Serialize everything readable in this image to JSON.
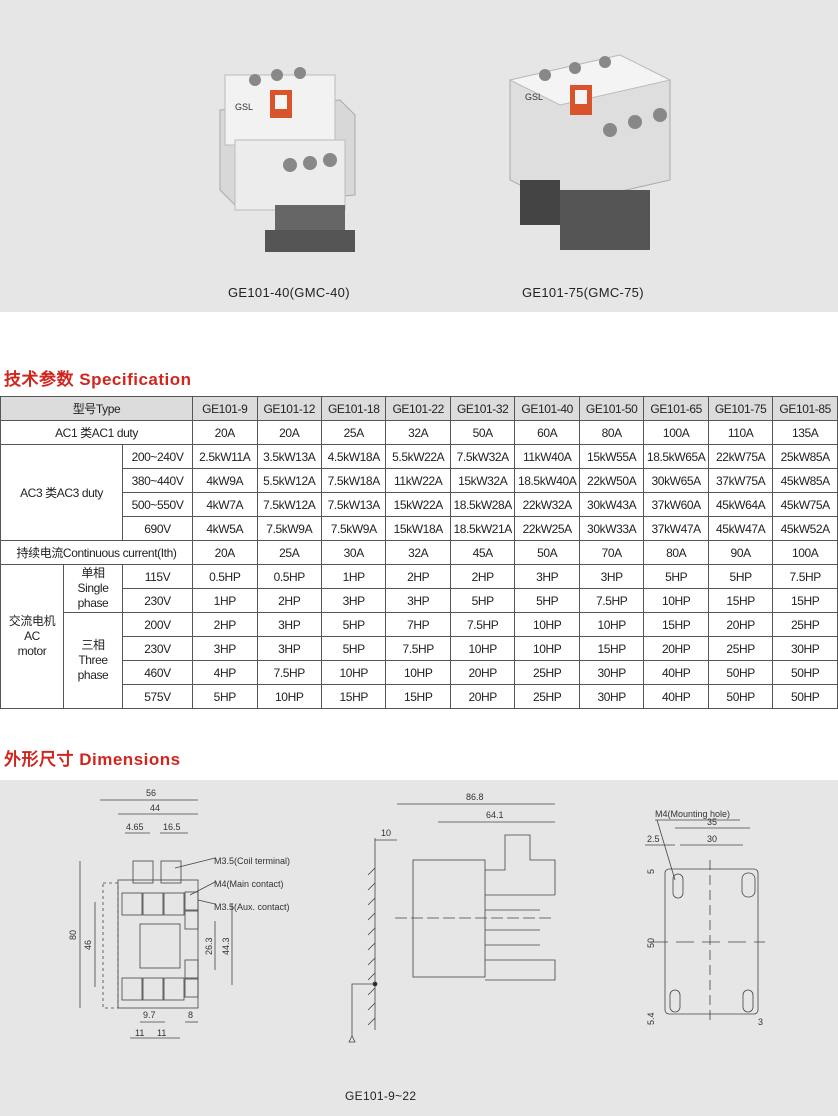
{
  "products": [
    {
      "caption": "GE101-40(GMC-40)",
      "brand": "GSL"
    },
    {
      "caption": "GE101-75(GMC-75)",
      "brand": "GSL"
    }
  ],
  "spec_heading": {
    "cn": "技术参数",
    "en": "Specification"
  },
  "spec_table": {
    "type_label": "型号Type",
    "models": [
      "GE101-9",
      "GE101-12",
      "GE101-18",
      "GE101-22",
      "GE101-32",
      "GE101-40",
      "GE101-50",
      "GE101-65",
      "GE101-75",
      "GE101-85"
    ],
    "ac1": {
      "label": "AC1 类AC1 duty",
      "values": [
        "20A",
        "20A",
        "25A",
        "32A",
        "50A",
        "60A",
        "80A",
        "100A",
        "110A",
        "135A"
      ]
    },
    "ac3": {
      "label": "AC3 类AC3 duty",
      "rows": [
        {
          "voltage": "200~240V",
          "values": [
            "2.5kW11A",
            "3.5kW13A",
            "4.5kW18A",
            "5.5kW22A",
            "7.5kW32A",
            "11kW40A",
            "15kW55A",
            "18.5kW65A",
            "22kW75A",
            "25kW85A"
          ]
        },
        {
          "voltage": "380~440V",
          "values": [
            "4kW9A",
            "5.5kW12A",
            "7.5kW18A",
            "11kW22A",
            "15kW32A",
            "18.5kW40A",
            "22kW50A",
            "30kW65A",
            "37kW75A",
            "45kW85A"
          ]
        },
        {
          "voltage": "500~550V",
          "values": [
            "4kW7A",
            "7.5kW12A",
            "7.5kW13A",
            "15kW22A",
            "18.5kW28A",
            "22kW32A",
            "30kW43A",
            "37kW60A",
            "45kW64A",
            "45kW75A"
          ]
        },
        {
          "voltage": "690V",
          "values": [
            "4kW5A",
            "7.5kW9A",
            "7.5kW9A",
            "15kW18A",
            "18.5kW21A",
            "22kW25A",
            "30kW33A",
            "37kW47A",
            "45kW47A",
            "45kW52A"
          ]
        }
      ]
    },
    "ith": {
      "label": "持续电流Continuous current(Ith)",
      "values": [
        "20A",
        "25A",
        "30A",
        "32A",
        "45A",
        "50A",
        "70A",
        "80A",
        "90A",
        "100A"
      ]
    },
    "motor": {
      "label_cn": "交流电机",
      "label_en1": "AC",
      "label_en2": "motor",
      "single": {
        "cn": "单相",
        "en1": "Single",
        "en2": "phase",
        "rows": [
          {
            "voltage": "115V",
            "values": [
              "0.5HP",
              "0.5HP",
              "1HP",
              "2HP",
              "2HP",
              "3HP",
              "3HP",
              "5HP",
              "5HP",
              "7.5HP"
            ]
          },
          {
            "voltage": "230V",
            "values": [
              "1HP",
              "2HP",
              "3HP",
              "3HP",
              "5HP",
              "5HP",
              "7.5HP",
              "10HP",
              "15HP",
              "15HP"
            ]
          }
        ]
      },
      "three": {
        "cn": "三相",
        "en1": "Three",
        "en2": "phase",
        "rows": [
          {
            "voltage": "200V",
            "values": [
              "2HP",
              "3HP",
              "5HP",
              "7HP",
              "7.5HP",
              "10HP",
              "10HP",
              "15HP",
              "20HP",
              "25HP"
            ]
          },
          {
            "voltage": "230V",
            "values": [
              "3HP",
              "3HP",
              "5HP",
              "7.5HP",
              "10HP",
              "10HP",
              "15HP",
              "20HP",
              "25HP",
              "30HP"
            ]
          },
          {
            "voltage": "460V",
            "values": [
              "4HP",
              "7.5HP",
              "10HP",
              "10HP",
              "20HP",
              "25HP",
              "30HP",
              "40HP",
              "50HP",
              "50HP"
            ]
          },
          {
            "voltage": "575V",
            "values": [
              "5HP",
              "10HP",
              "15HP",
              "15HP",
              "20HP",
              "25HP",
              "30HP",
              "40HP",
              "50HP",
              "50HP"
            ]
          }
        ]
      }
    }
  },
  "dim_heading": {
    "cn": "外形尺寸",
    "en": "Dimensions"
  },
  "dimensions": {
    "front": {
      "w56": "56",
      "w44": "44",
      "w465": "4.65",
      "w165": "16.5",
      "coil": "M3.5(Coil terminal)",
      "main": "M4(Main contact)",
      "aux": "M3.5(Aux. contact)",
      "h80": "80",
      "h46": "46",
      "h263": "26.3",
      "h443": "44.3",
      "w97": "9.7",
      "w8": "8",
      "w11a": "11",
      "w11b": "11"
    },
    "side": {
      "d868": "86.8",
      "d641": "64.1",
      "d10": "10"
    },
    "mount": {
      "hole": "M4(Mounting hole)",
      "w35": "35",
      "w30": "30",
      "w25": "2.5",
      "h5": "5",
      "h50": "50",
      "h54": "5.4",
      "w3": "3"
    },
    "caption": "GE101-9~22"
  }
}
